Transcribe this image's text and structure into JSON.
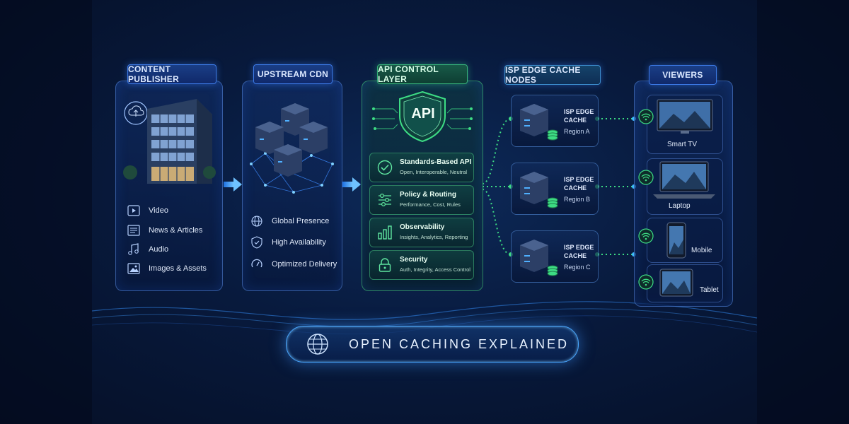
{
  "columns": {
    "publisher": {
      "title": "CONTENT PUBLISHER",
      "items": [
        {
          "label": "Video",
          "icon": "play-icon"
        },
        {
          "label": "News & Articles",
          "icon": "news-icon"
        },
        {
          "label": "Audio",
          "icon": "music-icon"
        },
        {
          "label": "Images & Assets",
          "icon": "image-icon"
        }
      ]
    },
    "cdn": {
      "title": "UPSTREAM CDN",
      "items": [
        {
          "label": "Global Presence",
          "icon": "globe-icon"
        },
        {
          "label": "High Availability",
          "icon": "shield-check-icon"
        },
        {
          "label": "Optimized Delivery",
          "icon": "gauge-icon"
        }
      ]
    },
    "api": {
      "title": "API CONTROL LAYER",
      "badge": "API",
      "cards": [
        {
          "title": "Standards-Based API",
          "subtitle": "Open, Interoperable, Neutral",
          "icon": "check-circle-icon"
        },
        {
          "title": "Policy & Routing",
          "subtitle": "Performance, Cost, Rules",
          "icon": "sliders-icon"
        },
        {
          "title": "Observability",
          "subtitle": "Insights, Analytics, Reporting",
          "icon": "bar-chart-icon"
        },
        {
          "title": "Security",
          "subtitle": "Auth, Integrity, Access Control",
          "icon": "lock-icon"
        }
      ]
    },
    "edge": {
      "title": "ISP EDGE CACHE NODES",
      "nodes": [
        {
          "label": "ISP EDGE CACHE",
          "region": "Region A"
        },
        {
          "label": "ISP EDGE CACHE",
          "region": "Region B"
        },
        {
          "label": "ISP EDGE CACHE",
          "region": "Region C"
        }
      ]
    },
    "viewers": {
      "title": "VIEWERS",
      "devices": [
        {
          "label": "Smart TV",
          "icon": "tv-icon"
        },
        {
          "label": "Laptop",
          "icon": "laptop-icon"
        },
        {
          "label": "Mobile",
          "icon": "phone-icon"
        },
        {
          "label": "Tablet",
          "icon": "tablet-icon"
        }
      ]
    }
  },
  "banner": {
    "title": "OPEN CACHING EXPLAINED",
    "icon": "globe-icon"
  },
  "colors": {
    "background": "#081a3d",
    "accent_blue": "#3d8bff",
    "accent_green": "#3ddc84"
  }
}
